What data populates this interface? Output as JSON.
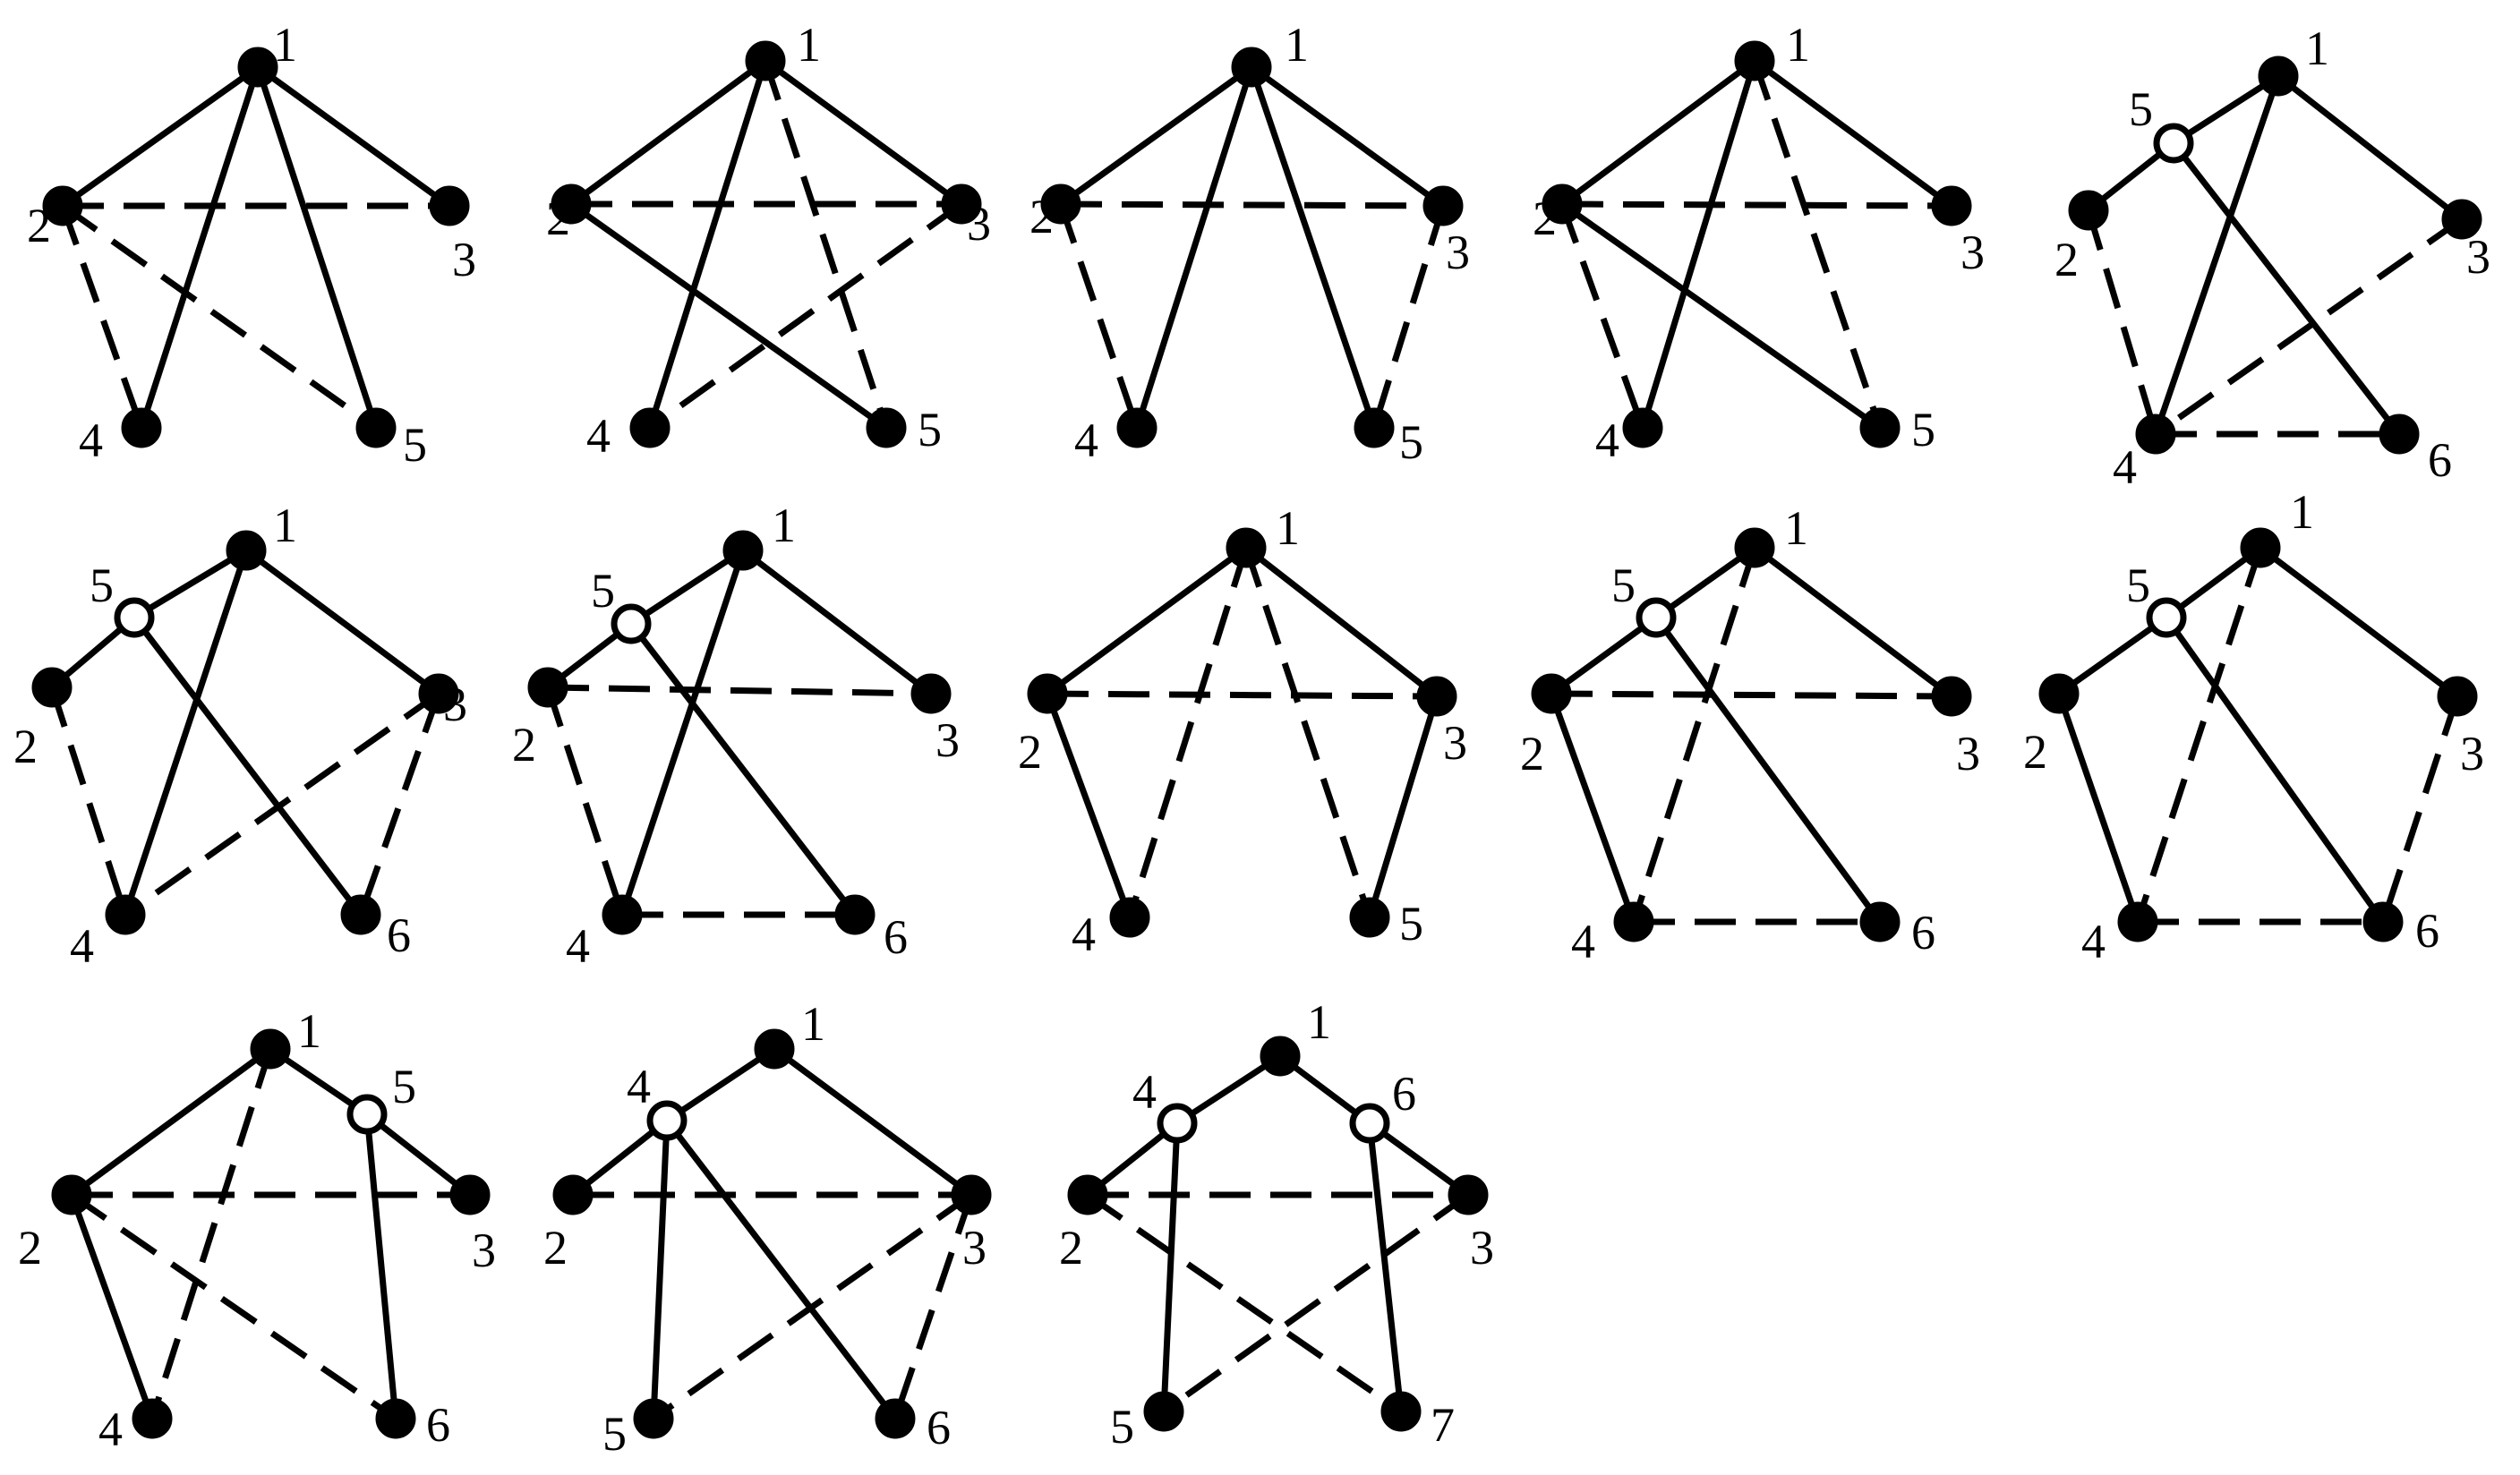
{
  "colors": {
    "ink": "#000000",
    "background": "#ffffff"
  },
  "graphs": [
    {
      "vertices": [
        {
          "id": "1",
          "label": "1",
          "filled": true
        },
        {
          "id": "2",
          "label": "2",
          "filled": true
        },
        {
          "id": "3",
          "label": "3",
          "filled": true
        },
        {
          "id": "4",
          "label": "4",
          "filled": true
        },
        {
          "id": "5",
          "label": "5",
          "filled": true
        }
      ],
      "edges": [
        {
          "from": "1",
          "to": "2",
          "style": "solid"
        },
        {
          "from": "1",
          "to": "3",
          "style": "solid"
        },
        {
          "from": "1",
          "to": "4",
          "style": "solid"
        },
        {
          "from": "1",
          "to": "5",
          "style": "solid"
        },
        {
          "from": "2",
          "to": "3",
          "style": "dashed"
        },
        {
          "from": "2",
          "to": "4",
          "style": "dashed"
        },
        {
          "from": "2",
          "to": "5",
          "style": "dashed"
        }
      ]
    },
    {
      "vertices": [
        {
          "id": "1",
          "label": "1",
          "filled": true
        },
        {
          "id": "2",
          "label": "2",
          "filled": true
        },
        {
          "id": "3",
          "label": "3",
          "filled": true
        },
        {
          "id": "4",
          "label": "4",
          "filled": true
        },
        {
          "id": "5",
          "label": "5",
          "filled": true
        }
      ],
      "edges": [
        {
          "from": "1",
          "to": "2",
          "style": "solid"
        },
        {
          "from": "1",
          "to": "3",
          "style": "solid"
        },
        {
          "from": "1",
          "to": "4",
          "style": "solid"
        },
        {
          "from": "1",
          "to": "5",
          "style": "dashed"
        },
        {
          "from": "2",
          "to": "3",
          "style": "dashed"
        },
        {
          "from": "2",
          "to": "5",
          "style": "solid"
        },
        {
          "from": "3",
          "to": "4",
          "style": "dashed"
        }
      ]
    },
    {
      "vertices": [
        {
          "id": "1",
          "label": "1",
          "filled": true
        },
        {
          "id": "2",
          "label": "2",
          "filled": true
        },
        {
          "id": "3",
          "label": "3",
          "filled": true
        },
        {
          "id": "4",
          "label": "4",
          "filled": true
        },
        {
          "id": "5",
          "label": "5",
          "filled": true
        }
      ],
      "edges": [
        {
          "from": "1",
          "to": "2",
          "style": "solid"
        },
        {
          "from": "1",
          "to": "3",
          "style": "solid"
        },
        {
          "from": "1",
          "to": "4",
          "style": "solid"
        },
        {
          "from": "1",
          "to": "5",
          "style": "solid"
        },
        {
          "from": "2",
          "to": "3",
          "style": "dashed"
        },
        {
          "from": "2",
          "to": "4",
          "style": "dashed"
        },
        {
          "from": "3",
          "to": "5",
          "style": "dashed"
        }
      ]
    },
    {
      "vertices": [
        {
          "id": "1",
          "label": "1",
          "filled": true
        },
        {
          "id": "2",
          "label": "2",
          "filled": true
        },
        {
          "id": "3",
          "label": "3",
          "filled": true
        },
        {
          "id": "4",
          "label": "4",
          "filled": true
        },
        {
          "id": "5",
          "label": "5",
          "filled": true
        }
      ],
      "edges": [
        {
          "from": "1",
          "to": "2",
          "style": "solid"
        },
        {
          "from": "1",
          "to": "3",
          "style": "solid"
        },
        {
          "from": "1",
          "to": "4",
          "style": "solid"
        },
        {
          "from": "1",
          "to": "5",
          "style": "dashed"
        },
        {
          "from": "2",
          "to": "3",
          "style": "dashed"
        },
        {
          "from": "2",
          "to": "4",
          "style": "dashed"
        },
        {
          "from": "2",
          "to": "5",
          "style": "solid"
        }
      ]
    },
    {
      "vertices": [
        {
          "id": "1",
          "label": "1",
          "filled": true
        },
        {
          "id": "5",
          "label": "5",
          "filled": false
        },
        {
          "id": "2",
          "label": "2",
          "filled": true
        },
        {
          "id": "3",
          "label": "3",
          "filled": true
        },
        {
          "id": "4",
          "label": "4",
          "filled": true
        },
        {
          "id": "6",
          "label": "6",
          "filled": true
        }
      ],
      "edges": [
        {
          "from": "1",
          "to": "5",
          "style": "solid"
        },
        {
          "from": "5",
          "to": "2",
          "style": "solid"
        },
        {
          "from": "1",
          "to": "3",
          "style": "solid"
        },
        {
          "from": "1",
          "to": "4",
          "style": "solid"
        },
        {
          "from": "5",
          "to": "6",
          "style": "solid"
        },
        {
          "from": "2",
          "to": "4",
          "style": "dashed"
        },
        {
          "from": "3",
          "to": "4",
          "style": "dashed"
        },
        {
          "from": "4",
          "to": "6",
          "style": "dashed"
        }
      ]
    },
    {
      "vertices": [
        {
          "id": "1",
          "label": "1",
          "filled": true
        },
        {
          "id": "5",
          "label": "5",
          "filled": false
        },
        {
          "id": "2",
          "label": "2",
          "filled": true
        },
        {
          "id": "3",
          "label": "3",
          "filled": true
        },
        {
          "id": "4",
          "label": "4",
          "filled": true
        },
        {
          "id": "6",
          "label": "6",
          "filled": true
        }
      ],
      "edges": [
        {
          "from": "1",
          "to": "5",
          "style": "solid"
        },
        {
          "from": "5",
          "to": "2",
          "style": "solid"
        },
        {
          "from": "1",
          "to": "3",
          "style": "solid"
        },
        {
          "from": "1",
          "to": "4",
          "style": "solid"
        },
        {
          "from": "5",
          "to": "6",
          "style": "solid"
        },
        {
          "from": "2",
          "to": "4",
          "style": "dashed"
        },
        {
          "from": "3",
          "to": "4",
          "style": "dashed"
        },
        {
          "from": "3",
          "to": "6",
          "style": "dashed"
        }
      ]
    },
    {
      "vertices": [
        {
          "id": "1",
          "label": "1",
          "filled": true
        },
        {
          "id": "5",
          "label": "5",
          "filled": false
        },
        {
          "id": "2",
          "label": "2",
          "filled": true
        },
        {
          "id": "3",
          "label": "3",
          "filled": true
        },
        {
          "id": "4",
          "label": "4",
          "filled": true
        },
        {
          "id": "6",
          "label": "6",
          "filled": true
        }
      ],
      "edges": [
        {
          "from": "1",
          "to": "5",
          "style": "solid"
        },
        {
          "from": "5",
          "to": "2",
          "style": "solid"
        },
        {
          "from": "1",
          "to": "3",
          "style": "solid"
        },
        {
          "from": "1",
          "to": "4",
          "style": "solid"
        },
        {
          "from": "5",
          "to": "6",
          "style": "solid"
        },
        {
          "from": "2",
          "to": "3",
          "style": "dashed"
        },
        {
          "from": "2",
          "to": "4",
          "style": "dashed"
        },
        {
          "from": "4",
          "to": "6",
          "style": "dashed"
        }
      ]
    },
    {
      "vertices": [
        {
          "id": "1",
          "label": "1",
          "filled": true
        },
        {
          "id": "2",
          "label": "2",
          "filled": true
        },
        {
          "id": "3",
          "label": "3",
          "filled": true
        },
        {
          "id": "4",
          "label": "4",
          "filled": true
        },
        {
          "id": "5",
          "label": "5",
          "filled": true
        }
      ],
      "edges": [
        {
          "from": "1",
          "to": "2",
          "style": "solid"
        },
        {
          "from": "1",
          "to": "3",
          "style": "solid"
        },
        {
          "from": "2",
          "to": "4",
          "style": "solid"
        },
        {
          "from": "3",
          "to": "5",
          "style": "solid"
        },
        {
          "from": "2",
          "to": "3",
          "style": "dashed"
        },
        {
          "from": "1",
          "to": "4",
          "style": "dashed"
        },
        {
          "from": "1",
          "to": "5",
          "style": "dashed"
        }
      ]
    },
    {
      "vertices": [
        {
          "id": "1",
          "label": "1",
          "filled": true
        },
        {
          "id": "5",
          "label": "5",
          "filled": false
        },
        {
          "id": "2",
          "label": "2",
          "filled": true
        },
        {
          "id": "3",
          "label": "3",
          "filled": true
        },
        {
          "id": "4",
          "label": "4",
          "filled": true
        },
        {
          "id": "6",
          "label": "6",
          "filled": true
        }
      ],
      "edges": [
        {
          "from": "1",
          "to": "5",
          "style": "solid"
        },
        {
          "from": "5",
          "to": "2",
          "style": "solid"
        },
        {
          "from": "1",
          "to": "3",
          "style": "solid"
        },
        {
          "from": "2",
          "to": "4",
          "style": "solid"
        },
        {
          "from": "5",
          "to": "6",
          "style": "solid"
        },
        {
          "from": "2",
          "to": "3",
          "style": "dashed"
        },
        {
          "from": "1",
          "to": "4",
          "style": "dashed"
        },
        {
          "from": "4",
          "to": "6",
          "style": "dashed"
        }
      ]
    },
    {
      "vertices": [
        {
          "id": "1",
          "label": "1",
          "filled": true
        },
        {
          "id": "5",
          "label": "5",
          "filled": false
        },
        {
          "id": "2",
          "label": "2",
          "filled": true
        },
        {
          "id": "3",
          "label": "3",
          "filled": true
        },
        {
          "id": "4",
          "label": "4",
          "filled": true
        },
        {
          "id": "6",
          "label": "6",
          "filled": true
        }
      ],
      "edges": [
        {
          "from": "1",
          "to": "5",
          "style": "solid"
        },
        {
          "from": "5",
          "to": "2",
          "style": "solid"
        },
        {
          "from": "1",
          "to": "3",
          "style": "solid"
        },
        {
          "from": "2",
          "to": "4",
          "style": "solid"
        },
        {
          "from": "5",
          "to": "6",
          "style": "solid"
        },
        {
          "from": "1",
          "to": "4",
          "style": "dashed"
        },
        {
          "from": "3",
          "to": "6",
          "style": "dashed"
        },
        {
          "from": "4",
          "to": "6",
          "style": "dashed"
        }
      ]
    },
    {
      "vertices": [
        {
          "id": "1",
          "label": "1",
          "filled": true
        },
        {
          "id": "5",
          "label": "5",
          "filled": false
        },
        {
          "id": "2",
          "label": "2",
          "filled": true
        },
        {
          "id": "3",
          "label": "3",
          "filled": true
        },
        {
          "id": "4",
          "label": "4",
          "filled": true
        },
        {
          "id": "6",
          "label": "6",
          "filled": true
        }
      ],
      "edges": [
        {
          "from": "2",
          "to": "1",
          "style": "solid"
        },
        {
          "from": "1",
          "to": "5",
          "style": "solid"
        },
        {
          "from": "5",
          "to": "3",
          "style": "solid"
        },
        {
          "from": "2",
          "to": "4",
          "style": "solid"
        },
        {
          "from": "5",
          "to": "6",
          "style": "solid"
        },
        {
          "from": "2",
          "to": "3",
          "style": "dashed"
        },
        {
          "from": "1",
          "to": "4",
          "style": "dashed"
        },
        {
          "from": "2",
          "to": "6",
          "style": "dashed"
        }
      ]
    },
    {
      "vertices": [
        {
          "id": "1",
          "label": "1",
          "filled": true
        },
        {
          "id": "4",
          "label": "4",
          "filled": false
        },
        {
          "id": "2",
          "label": "2",
          "filled": true
        },
        {
          "id": "3",
          "label": "3",
          "filled": true
        },
        {
          "id": "5",
          "label": "5",
          "filled": true
        },
        {
          "id": "6",
          "label": "6",
          "filled": true
        }
      ],
      "edges": [
        {
          "from": "1",
          "to": "4",
          "style": "solid"
        },
        {
          "from": "4",
          "to": "2",
          "style": "solid"
        },
        {
          "from": "1",
          "to": "3",
          "style": "solid"
        },
        {
          "from": "4",
          "to": "5",
          "style": "solid"
        },
        {
          "from": "4",
          "to": "6",
          "style": "solid"
        },
        {
          "from": "2",
          "to": "3",
          "style": "dashed"
        },
        {
          "from": "3",
          "to": "5",
          "style": "dashed"
        },
        {
          "from": "3",
          "to": "6",
          "style": "dashed"
        }
      ]
    },
    {
      "vertices": [
        {
          "id": "1",
          "label": "1",
          "filled": true
        },
        {
          "id": "4",
          "label": "4",
          "filled": false
        },
        {
          "id": "6",
          "label": "6",
          "filled": false
        },
        {
          "id": "2",
          "label": "2",
          "filled": true
        },
        {
          "id": "3",
          "label": "3",
          "filled": true
        },
        {
          "id": "5",
          "label": "5",
          "filled": true
        },
        {
          "id": "7",
          "label": "7",
          "filled": true
        }
      ],
      "edges": [
        {
          "from": "1",
          "to": "4",
          "style": "solid"
        },
        {
          "from": "4",
          "to": "2",
          "style": "solid"
        },
        {
          "from": "1",
          "to": "6",
          "style": "solid"
        },
        {
          "from": "6",
          "to": "3",
          "style": "solid"
        },
        {
          "from": "4",
          "to": "5",
          "style": "solid"
        },
        {
          "from": "6",
          "to": "7",
          "style": "solid"
        },
        {
          "from": "2",
          "to": "3",
          "style": "dashed"
        },
        {
          "from": "2",
          "to": "7",
          "style": "dashed"
        },
        {
          "from": "3",
          "to": "5",
          "style": "dashed"
        }
      ]
    }
  ]
}
